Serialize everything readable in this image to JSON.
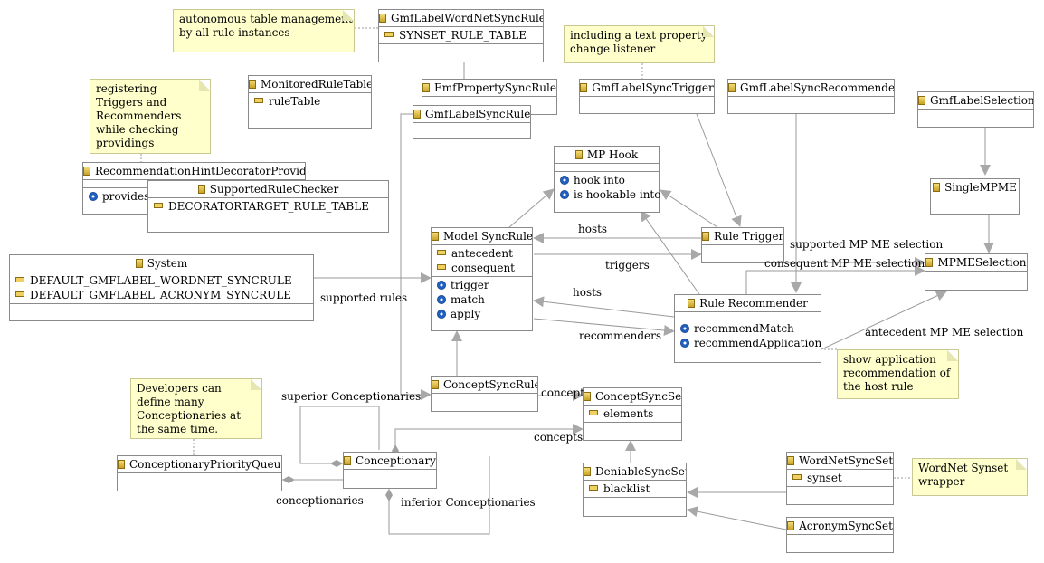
{
  "classes": {
    "gmfLabelWordNetSyncRule": {
      "name": "GmfLabelWordNetSyncRule",
      "attributes": [
        "SYNSET_RULE_TABLE"
      ]
    },
    "monitoredRuleTable": {
      "name": "MonitoredRuleTable",
      "attributes": [
        "ruleTable"
      ]
    },
    "emfPropertySyncRule": {
      "name": "EmfPropertySyncRule"
    },
    "gmfLabelSyncRule": {
      "name": "GmfLabelSyncRule"
    },
    "gmfLabelSyncTrigger": {
      "name": "GmfLabelSyncTrigger"
    },
    "gmfLabelSyncRecommender": {
      "name": "GmfLabelSyncRecommender"
    },
    "gmfLabelSelection": {
      "name": "GmfLabelSelection"
    },
    "recommendationHintDecoratorProvider": {
      "name": "RecommendationHintDecoratorProvider",
      "operations": [
        "provides"
      ]
    },
    "supportedRuleChecker": {
      "name": "SupportedRuleChecker",
      "attributes": [
        "DECORATORTARGET_RULE_TABLE"
      ]
    },
    "mpHook": {
      "name": "MP Hook",
      "operations": [
        "hook into",
        "is hookable into"
      ]
    },
    "singleMPME": {
      "name": "SingleMPME"
    },
    "modelSyncRule": {
      "name": "Model SyncRule",
      "attributes": [
        "antecedent",
        "consequent"
      ],
      "operations": [
        "trigger",
        "match",
        "apply"
      ]
    },
    "ruleTrigger": {
      "name": "Rule Trigger"
    },
    "mpmeSelection": {
      "name": "MPMESelection"
    },
    "system": {
      "name": "System",
      "attributes": [
        "DEFAULT_GMFLABEL_WORDNET_SYNCRULE",
        "DEFAULT_GMFLABEL_ACRONYM_SYNCRULE"
      ]
    },
    "ruleRecommender": {
      "name": "Rule Recommender",
      "operations": [
        "recommendMatch",
        "recommendApplication"
      ]
    },
    "conceptSyncRule": {
      "name": "ConceptSyncRule"
    },
    "conceptSyncSet": {
      "name": "ConceptSyncSet",
      "attributes": [
        "elements"
      ]
    },
    "conceptionaryPriorityQueue": {
      "name": "ConceptionaryPriorityQueue"
    },
    "conceptionary": {
      "name": "Conceptionary"
    },
    "deniableSyncSet": {
      "name": "DeniableSyncSet",
      "attributes": [
        "blacklist"
      ]
    },
    "wordNetSyncSet": {
      "name": "WordNetSyncSet",
      "attributes": [
        "synset"
      ]
    },
    "acronymSyncSet": {
      "name": "AcronymSyncSet"
    }
  },
  "notes": {
    "autonomous": [
      "autonomous table management",
      "by all rule instances"
    ],
    "textProperty": [
      "including a text property",
      "change listener"
    ],
    "registering": [
      "registering",
      "Triggers and",
      "Recommenders",
      "while checking",
      "providings"
    ],
    "showApplication": [
      "show application",
      "recommendation of",
      "the host rule"
    ],
    "developers": [
      "Developers can",
      "define many",
      "Conceptionaries at",
      "the same time."
    ],
    "wordNetWrapper": [
      "WordNet Synset",
      "wrapper"
    ]
  },
  "edge_labels": {
    "hosts_top": "hosts",
    "triggers": "triggers",
    "hosts_bottom": "hosts",
    "recommenders": "recommenders",
    "supported_rules": "supported rules",
    "supported_selection": "supported MP ME selection",
    "consequent_selection": "consequent MP ME selection",
    "antecedent_selection": "antecedent MP ME selection",
    "superior": "superior Conceptionaries",
    "concept": "concept",
    "concepts": "concepts",
    "conceptionaries": "conceptionaries",
    "inferior": "inferior Conceptionaries"
  },
  "colors": {
    "note_fill": "#ffffcc",
    "line": "#9a9a9a",
    "border": "#8a8a8a",
    "icon_gold": "#d9b13a",
    "icon_blue": "#1f5fbf"
  }
}
